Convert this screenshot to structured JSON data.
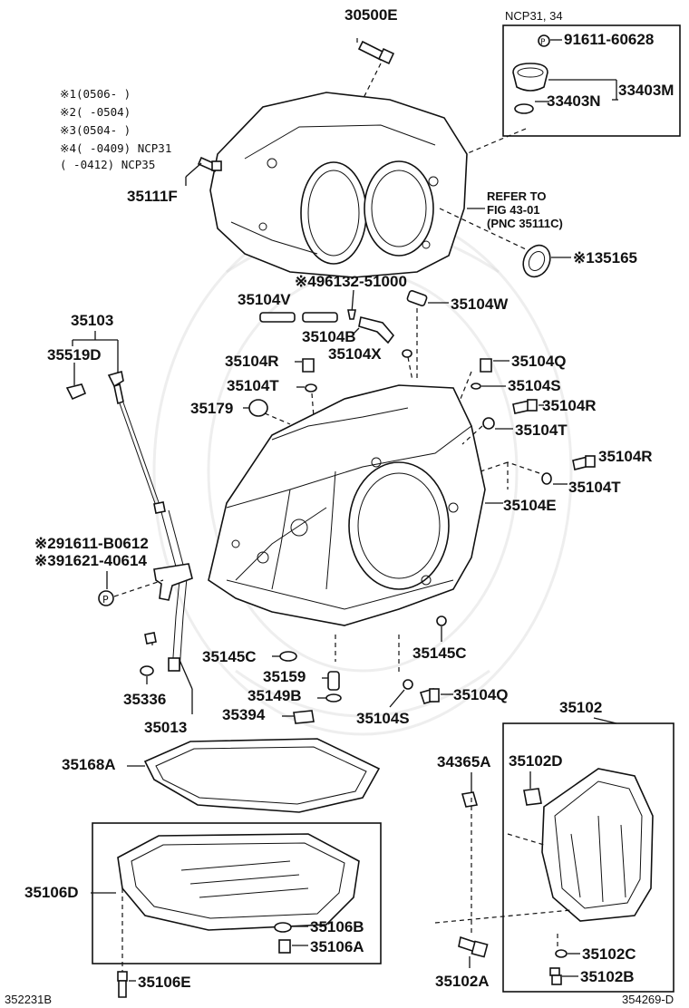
{
  "diagram": {
    "code_bottom_left": "352231B",
    "code_bottom_right": "354269-D",
    "inset_model": "NCP31, 34",
    "refer_note": [
      "REFER TO",
      "FIG 43-01",
      "(PNC 35111C)"
    ],
    "notes": [
      "※1(0506-       )",
      "※2(       -0504)",
      "※3(0504-       )",
      "※4(       -0409) NCP31",
      "    (       -0412) NCP35"
    ],
    "labels": {
      "p30500E": "30500E",
      "p91611_60628": "91611-60628",
      "p33403M": "33403M",
      "p33403N": "33403N",
      "p35111F": "35111F",
      "p35165": "※135165",
      "p96132": "※496132-51000",
      "p35104V": "35104V",
      "p35104W": "35104W",
      "p35104B": "35104B",
      "p35104X": "35104X",
      "p35103": "35103",
      "p35519D": "35519D",
      "p35104R_a": "35104R",
      "p35104Q_a": "35104Q",
      "p35104T_a": "35104T",
      "p35104S_a": "35104S",
      "p35179": "35179",
      "p35104R_b": "35104R",
      "p35104T_b": "35104T",
      "p35104R_c": "35104R",
      "p35104T_c": "35104T",
      "p35104E": "35104E",
      "p91611_B061": "※291611-B0612",
      "p91621_40614": "※391621-40614",
      "p35145C_a": "35145C",
      "p35145C_b": "35145C",
      "p35159": "35159",
      "p35149B": "35149B",
      "p35394": "35394",
      "p35336": "35336",
      "p35013": "35013",
      "p35104S_b": "35104S",
      "p35104Q_b": "35104Q",
      "p35102": "35102",
      "p35168A": "35168A",
      "p34365A": "34365A",
      "p35102D": "35102D",
      "p35106D": "35106D",
      "p35106B": "35106B",
      "p35106A": "35106A",
      "p35106E": "35106E",
      "p35102C": "35102C",
      "p35102B": "35102B",
      "p35102A": "35102A",
      "p_symbol": "P"
    }
  }
}
